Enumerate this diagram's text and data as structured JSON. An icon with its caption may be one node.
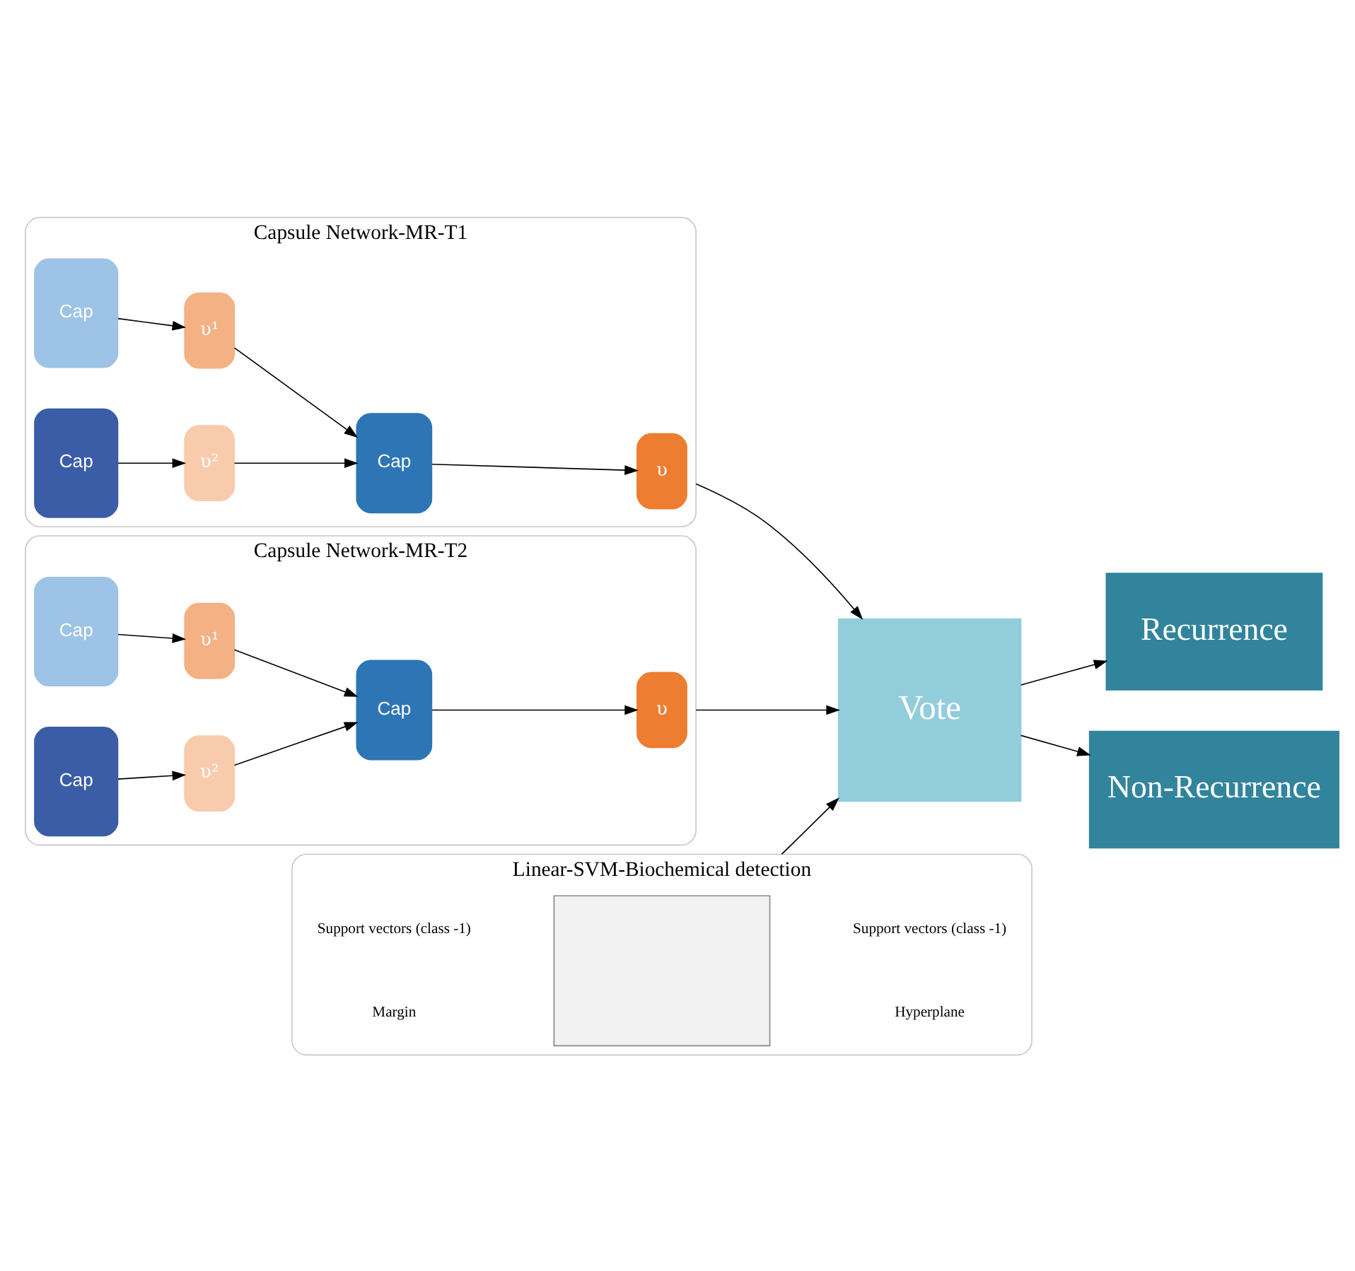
{
  "diagram": {
    "nodes": [
      {
        "text": [
          "Capsule Network-MR-T1"
        ]
      },
      {
        "text": [
          "Cap"
        ],
        "in": 0
      },
      {
        "text": [
          "υ¹"
        ],
        "in": 0
      },
      {
        "text": [
          "Cap"
        ],
        "in": 0
      },
      {
        "text": [
          "υ²"
        ],
        "in": 0
      },
      {
        "text": [
          "Cap"
        ],
        "in": 0
      },
      {
        "text": [
          "υ"
        ],
        "in": 0
      },
      {
        "text": [
          "Capsule Network-MR-T2"
        ]
      },
      {
        "text": [
          "Cap"
        ],
        "in": 7
      },
      {
        "text": [
          "υ¹"
        ],
        "in": 7
      },
      {
        "text": [
          "Cap"
        ],
        "in": 7
      },
      {
        "text": [
          "υ²"
        ],
        "in": 7
      },
      {
        "text": [
          "Cap"
        ],
        "in": 7
      },
      {
        "text": [
          "υ"
        ],
        "in": 7
      },
      {
        "text": [
          "Linear-SVM-Biochemical detection"
        ]
      },
      {
        "text": [],
        "shape": "box",
        "in": 14
      },
      {
        "text": [
          "Vote"
        ]
      },
      {
        "text": [
          "Recurrence"
        ]
      },
      {
        "text": [
          "Non-Recurrence"
        ]
      }
    ],
    "edges": [
      {
        "from": 1,
        "to": 2,
        "arrow": "to"
      },
      {
        "from": 3,
        "to": 4,
        "arrow": "to"
      },
      {
        "from": 2,
        "to": 5,
        "arrow": "to"
      },
      {
        "from": 4,
        "to": 5,
        "arrow": "to"
      },
      {
        "from": 5,
        "to": 6,
        "arrow": "to"
      },
      {
        "from": 8,
        "to": 9,
        "arrow": "to"
      },
      {
        "from": 10,
        "to": 11,
        "arrow": "to"
      },
      {
        "from": 9,
        "to": 12,
        "arrow": "to"
      },
      {
        "from": 11,
        "to": 12,
        "arrow": "to"
      },
      {
        "from": 12,
        "to": 13,
        "arrow": "to"
      },
      {
        "from": 0,
        "to": 16,
        "arrow": "to"
      },
      {
        "from": 7,
        "to": 16,
        "arrow": "to"
      },
      {
        "from": 14,
        "to": 16,
        "arrow": "to"
      },
      {
        "from": 16,
        "to": 17,
        "arrow": "to"
      },
      {
        "from": 16,
        "to": 18,
        "arrow": "to"
      }
    ],
    "labels": [
      "Support vectors (class -1)",
      "Hyperplane",
      "Margin",
      "Support vectors (class -1)"
    ]
  }
}
